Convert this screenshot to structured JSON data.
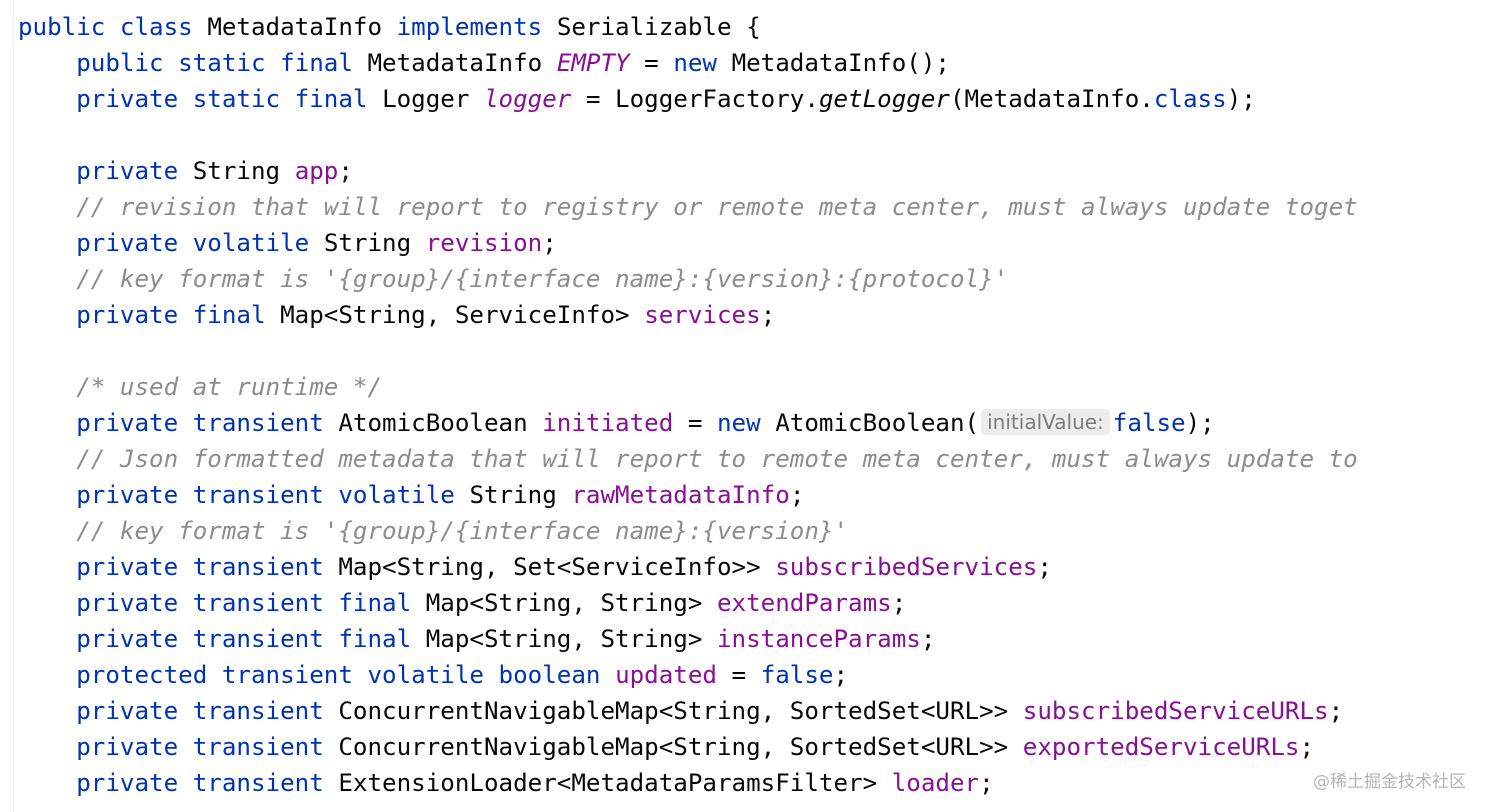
{
  "code_lines": [
    [
      [
        "kw",
        "public class "
      ],
      [
        "plain",
        "MetadataInfo "
      ],
      [
        "kw",
        "implements "
      ],
      [
        "plain",
        "Serializable {"
      ]
    ],
    [
      [
        "plain",
        "    "
      ],
      [
        "kw",
        "public static final "
      ],
      [
        "plain",
        "MetadataInfo "
      ],
      [
        "static",
        "EMPTY"
      ],
      [
        "plain",
        " = "
      ],
      [
        "kw",
        "new "
      ],
      [
        "plain",
        "MetadataInfo();"
      ]
    ],
    [
      [
        "plain",
        "    "
      ],
      [
        "kw",
        "private static final "
      ],
      [
        "plain",
        "Logger "
      ],
      [
        "static",
        "logger"
      ],
      [
        "plain",
        " = LoggerFactory."
      ],
      [
        "method",
        "getLogger"
      ],
      [
        "plain",
        "(MetadataInfo."
      ],
      [
        "kw",
        "class"
      ],
      [
        "plain",
        ");"
      ]
    ],
    [],
    [
      [
        "plain",
        "    "
      ],
      [
        "kw",
        "private "
      ],
      [
        "plain",
        "String "
      ],
      [
        "field",
        "app"
      ],
      [
        "plain",
        ";"
      ]
    ],
    [
      [
        "plain",
        "    "
      ],
      [
        "comment",
        "// revision that will report to registry or remote meta center, must always update toget"
      ]
    ],
    [
      [
        "plain",
        "    "
      ],
      [
        "kw",
        "private volatile "
      ],
      [
        "plain",
        "String "
      ],
      [
        "field",
        "revision"
      ],
      [
        "plain",
        ";"
      ]
    ],
    [
      [
        "plain",
        "    "
      ],
      [
        "comment",
        "// key format is '{group}/{interface name}:{version}:{protocol}'"
      ]
    ],
    [
      [
        "plain",
        "    "
      ],
      [
        "kw",
        "private final "
      ],
      [
        "plain",
        "Map<String, ServiceInfo> "
      ],
      [
        "field",
        "services"
      ],
      [
        "plain",
        ";"
      ]
    ],
    [],
    [
      [
        "plain",
        "    "
      ],
      [
        "comment",
        "/* used at runtime */"
      ]
    ],
    [
      [
        "plain",
        "    "
      ],
      [
        "kw",
        "private transient "
      ],
      [
        "plain",
        "AtomicBoolean "
      ],
      [
        "field",
        "initiated"
      ],
      [
        "plain",
        " = "
      ],
      [
        "kw",
        "new "
      ],
      [
        "plain",
        "AtomicBoolean("
      ],
      [
        "hint",
        "initialValue:"
      ],
      [
        "kw",
        "false"
      ],
      [
        "plain",
        ");"
      ]
    ],
    [
      [
        "plain",
        "    "
      ],
      [
        "comment",
        "// Json formatted metadata that will report to remote meta center, must always update to"
      ]
    ],
    [
      [
        "plain",
        "    "
      ],
      [
        "kw",
        "private transient volatile "
      ],
      [
        "plain",
        "String "
      ],
      [
        "field",
        "rawMetadataInfo"
      ],
      [
        "plain",
        ";"
      ]
    ],
    [
      [
        "plain",
        "    "
      ],
      [
        "comment",
        "// key format is '{group}/{interface name}:{version}'"
      ]
    ],
    [
      [
        "plain",
        "    "
      ],
      [
        "kw",
        "private transient "
      ],
      [
        "plain",
        "Map<String, Set<ServiceInfo>> "
      ],
      [
        "field",
        "subscribedServices"
      ],
      [
        "plain",
        ";"
      ]
    ],
    [
      [
        "plain",
        "    "
      ],
      [
        "kw",
        "private transient final "
      ],
      [
        "plain",
        "Map<String, String> "
      ],
      [
        "field",
        "extendParams"
      ],
      [
        "plain",
        ";"
      ]
    ],
    [
      [
        "plain",
        "    "
      ],
      [
        "kw",
        "private transient final "
      ],
      [
        "plain",
        "Map<String, String> "
      ],
      [
        "field",
        "instanceParams"
      ],
      [
        "plain",
        ";"
      ]
    ],
    [
      [
        "plain",
        "    "
      ],
      [
        "kw",
        "protected transient volatile boolean "
      ],
      [
        "field",
        "updated"
      ],
      [
        "plain",
        " = "
      ],
      [
        "kw",
        "false"
      ],
      [
        "plain",
        ";"
      ]
    ],
    [
      [
        "plain",
        "    "
      ],
      [
        "kw",
        "private transient "
      ],
      [
        "plain",
        "ConcurrentNavigableMap<String, SortedSet<URL>> "
      ],
      [
        "field",
        "subscribedServiceURLs"
      ],
      [
        "plain",
        ";"
      ]
    ],
    [
      [
        "plain",
        "    "
      ],
      [
        "kw",
        "private transient "
      ],
      [
        "plain",
        "ConcurrentNavigableMap<String, SortedSet<URL>> "
      ],
      [
        "field",
        "exportedServiceURLs"
      ],
      [
        "plain",
        ";"
      ]
    ],
    [
      [
        "plain",
        "    "
      ],
      [
        "kw",
        "private transient "
      ],
      [
        "plain",
        "ExtensionLoader<MetadataParamsFilter> "
      ],
      [
        "field",
        "loader"
      ],
      [
        "plain",
        ";"
      ]
    ]
  ],
  "watermark": "@稀土掘金技术社区",
  "colors": {
    "keyword": "#0033b3",
    "field": "#871094",
    "comment": "#8c8c8c",
    "text": "#080808",
    "background": "#ffffff"
  }
}
